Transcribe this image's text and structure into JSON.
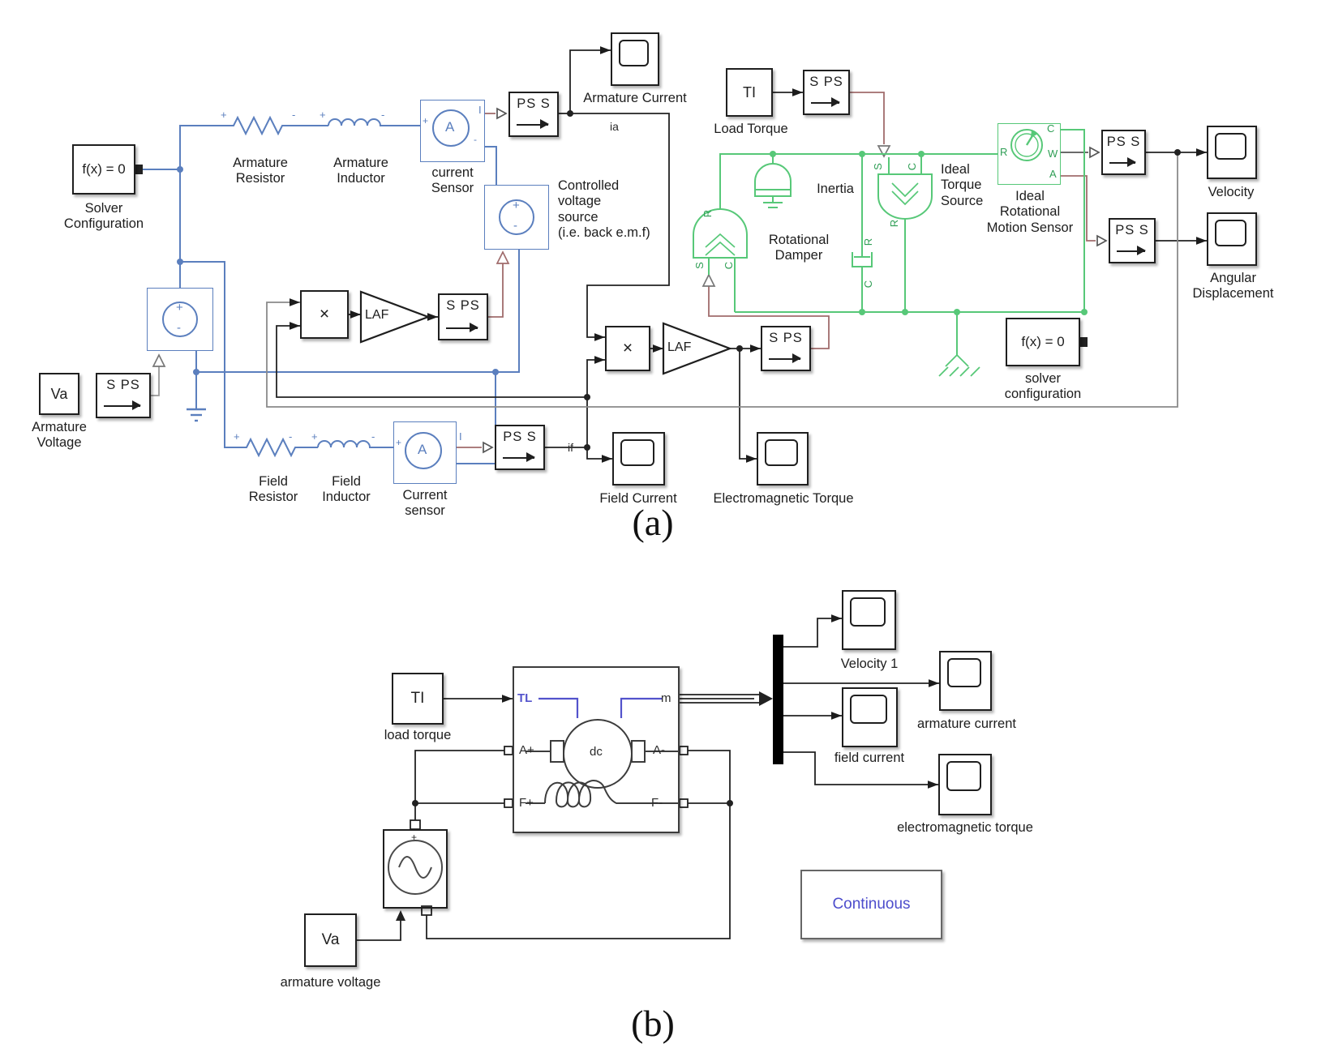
{
  "colors": {
    "electrical_blue": "#5b7fbe",
    "mechanical_green": "#57c878",
    "ps_line_maroon": "#a06c6c",
    "signal_black": "#222222",
    "gray_wire": "#8a8a8a",
    "continuous_purple": "#4d4dcc",
    "machine_tl_blue": "#5353cc"
  },
  "ports": {
    "plus": "+",
    "minus": "-",
    "r": "R",
    "w": "W",
    "c": "C",
    "a": "A",
    "s": "S",
    "i": "I"
  },
  "a": {
    "caption": "(a)",
    "fx_text": "f(x) = 0",
    "solver_top": "Solver\nConfiguration",
    "solver_right": "solver\nconfiguration",
    "arm_resistor": "Armature\nResistor",
    "arm_inductor": "Armature\nInductor",
    "cs_arm": "current\nSensor",
    "cs_field": "Current\nsensor",
    "ps_s": "PS S",
    "s_ps": "S PS",
    "scope_armature_current": "Armature Current",
    "ia": "ia",
    "if": "if",
    "bemf": "Controlled\nvoltage\nsource\n(i.e. back e.m.f)",
    "va": "Va",
    "va_label": "Armature\nVoltage",
    "mult": "×",
    "gain": "LAF",
    "field_resistor": "Field\nResistor",
    "field_inductor": "Field\nInductor",
    "scope_field_current": "Field Current",
    "scope_em_torque": "Electromagnetic Torque",
    "ti": "TI",
    "load_torque": "Load Torque",
    "inertia": "Inertia",
    "damper": "Rotational\nDamper",
    "torque_source": "Ideal\nTorque\nSource",
    "motion_sensor": "Ideal\nRotational\nMotion Sensor",
    "scope_velocity": "Velocity",
    "scope_angular": "Angular\nDisplacement",
    "amp_a": "A"
  },
  "b": {
    "caption": "(b)",
    "ti": "TI",
    "load_torque": "load torque",
    "tl": "TL",
    "m": "m",
    "a_plus": "A+",
    "a_minus": "A-",
    "f_plus": "F+",
    "f_minus": "F-",
    "dc": "dc",
    "va": "Va",
    "va_label": "armature voltage",
    "scope_velocity1": "Velocity 1",
    "scope_armature_current": "armature current",
    "scope_field_current": "field current",
    "scope_em_torque": "electromagnetic torque",
    "continuous": "Continuous"
  }
}
